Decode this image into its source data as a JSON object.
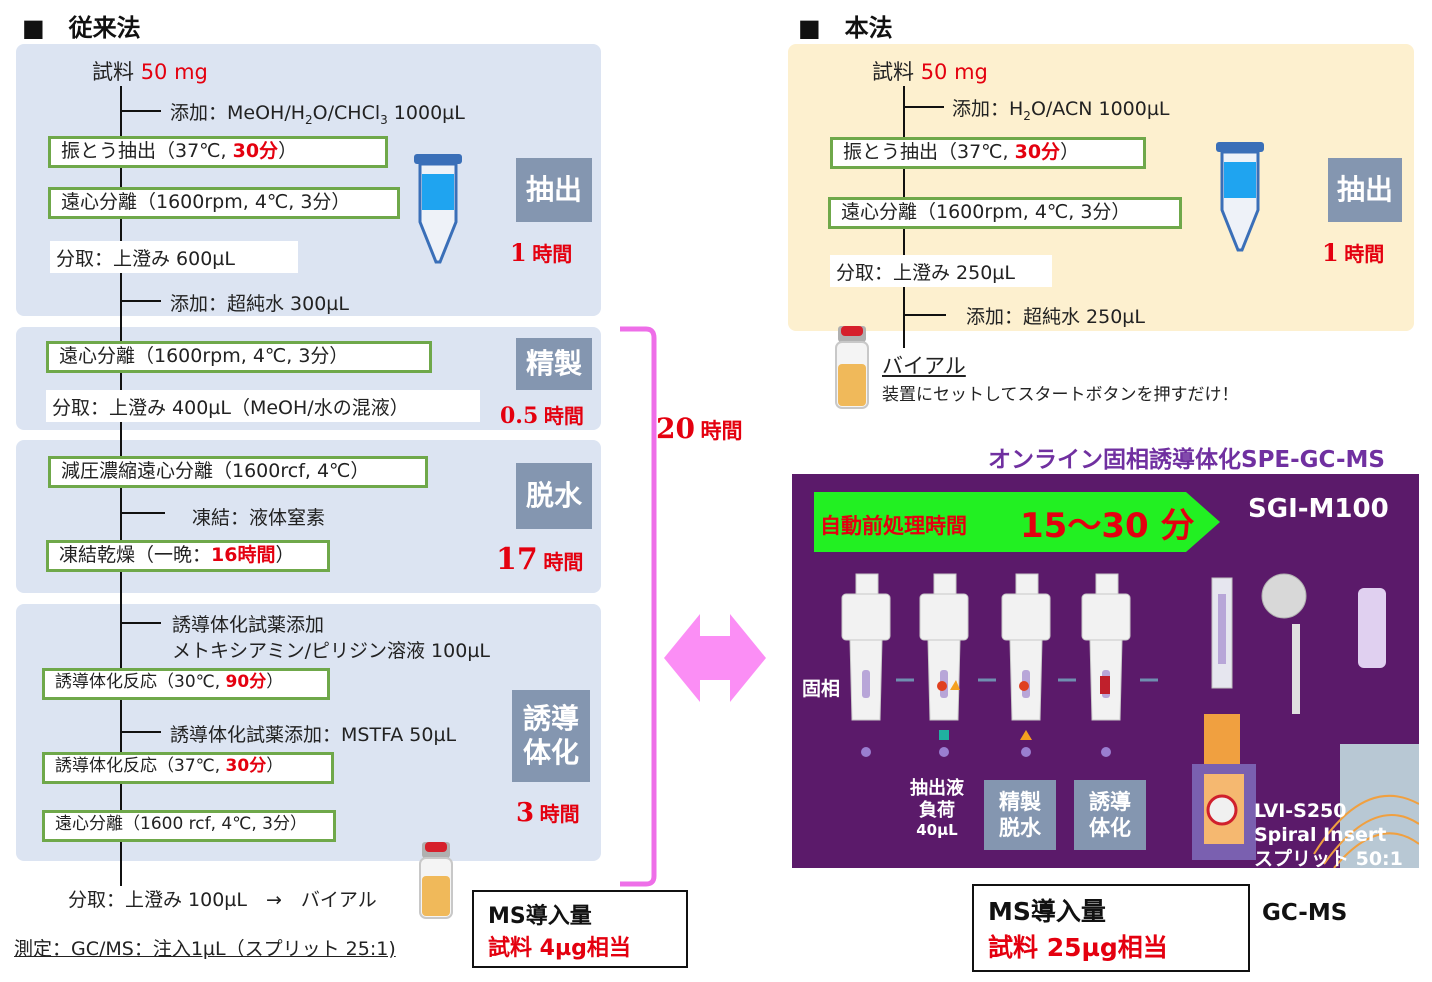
{
  "left": {
    "title": "■　従来法",
    "sample_label": "試料",
    "sample_amount": "50 mg",
    "add1": "添加：MeOH/H",
    "add1_sub": "2",
    "add1_mid": "O/CHCl",
    "add1_sub2": "3",
    "add1_end": " 1000µL",
    "shake_a": "振とう抽出（37℃, ",
    "shake_b": "30分",
    "shake_c": "）",
    "centri1": "遠心分離（1600rpm, 4℃, 3分）",
    "collect1": "分取：上澄み 600µL",
    "add2": "添加：超純水 300µL",
    "stage_extract": "抽出",
    "time_extract_num": "1",
    "time_extract_unit": "時間",
    "centri2": "遠心分離（1600rpm, 4℃, 3分）",
    "collect2": "分取：上澄み 400µL（MeOH/水の混液）",
    "stage_purify": "精製",
    "time_purify_num": "0.5",
    "time_purify_unit": "時間",
    "vacuum": "減圧濃縮遠心分離（1600rcf, 4℃）",
    "freeze": "凍結：液体窒素",
    "freezedry_a": "凍結乾燥（一晩：",
    "freezedry_b": "16時間",
    "freezedry_c": "）",
    "stage_dehydrate": "脱水",
    "time_dehydrate_num": "17",
    "time_dehydrate_unit": "時間",
    "reagent1_l1": "誘導体化試薬添加",
    "reagent1_l2": "メトキシアミン/ピリジン溶液 100µL",
    "deriv1_a": "誘導体化反応（30℃, ",
    "deriv1_b": "90分",
    "deriv1_c": "）",
    "reagent2": "誘導体化試薬添加：MSTFA 50µL",
    "deriv2_a": "誘導体化反応（37℃, ",
    "deriv2_b": "30分",
    "deriv2_c": "）",
    "centri3": "遠心分離（1600 rcf, 4℃, 3分）",
    "stage_deriv_l1": "誘導",
    "stage_deriv_l2": "体化",
    "time_deriv_num": "3",
    "time_deriv_unit": "時間",
    "final_collect": "分取：上澄み 100µL　→　バイアル",
    "measure": "測定：GC/MS：注入1µL（スプリット 25:1)",
    "total_num": "20",
    "total_unit": "時間",
    "ms_title": "MS導入量",
    "ms_value": "試料 4µg相当"
  },
  "right": {
    "title": "■　本法",
    "sample_label": "試料",
    "sample_amount": "50 mg",
    "add1_a": "添加：H",
    "add1_sub": "2",
    "add1_b": "O/ACN 1000µL",
    "shake_a": "振とう抽出（37℃, ",
    "shake_b": "30分",
    "shake_c": "）",
    "centri": "遠心分離（1600rpm, 4℃, 3分）",
    "collect": "分取：上澄み 250µL",
    "add2": "添加：超純水 250µL",
    "stage_extract": "抽出",
    "time_num": "1",
    "time_unit": "時間",
    "vial": "バイアル",
    "vial_note": "装置にセットしてスタートボタンを押すだけ！",
    "online_title": "オンライン固相誘導体化SPE-GC-MS",
    "auto_label": "自動前処理時間",
    "auto_time": "15～30 分",
    "model": "SGI-M100",
    "solid_phase": "固相",
    "load_l1": "抽出液",
    "load_l2": "負荷",
    "load_l3": "40µL",
    "stage_pd_l1": "精製",
    "stage_pd_l2": "脱水",
    "stage_dv_l1": "誘導",
    "stage_dv_l2": "体化",
    "lvi_l1": "LVI-S250",
    "lvi_l2": "Spiral Insert",
    "lvi_l3": "スプリット 50:1",
    "gcms": "GC-MS",
    "ms_title": "MS導入量",
    "ms_value": "試料 25µg相当"
  },
  "colors": {
    "accent_red": "#e4000f",
    "box_green": "#6fa84a",
    "stage_gray": "#8496b0",
    "bracket_pink": "#ee6ee8",
    "instrument_purple": "#5b1a6a",
    "arrow_green": "#22f022"
  }
}
